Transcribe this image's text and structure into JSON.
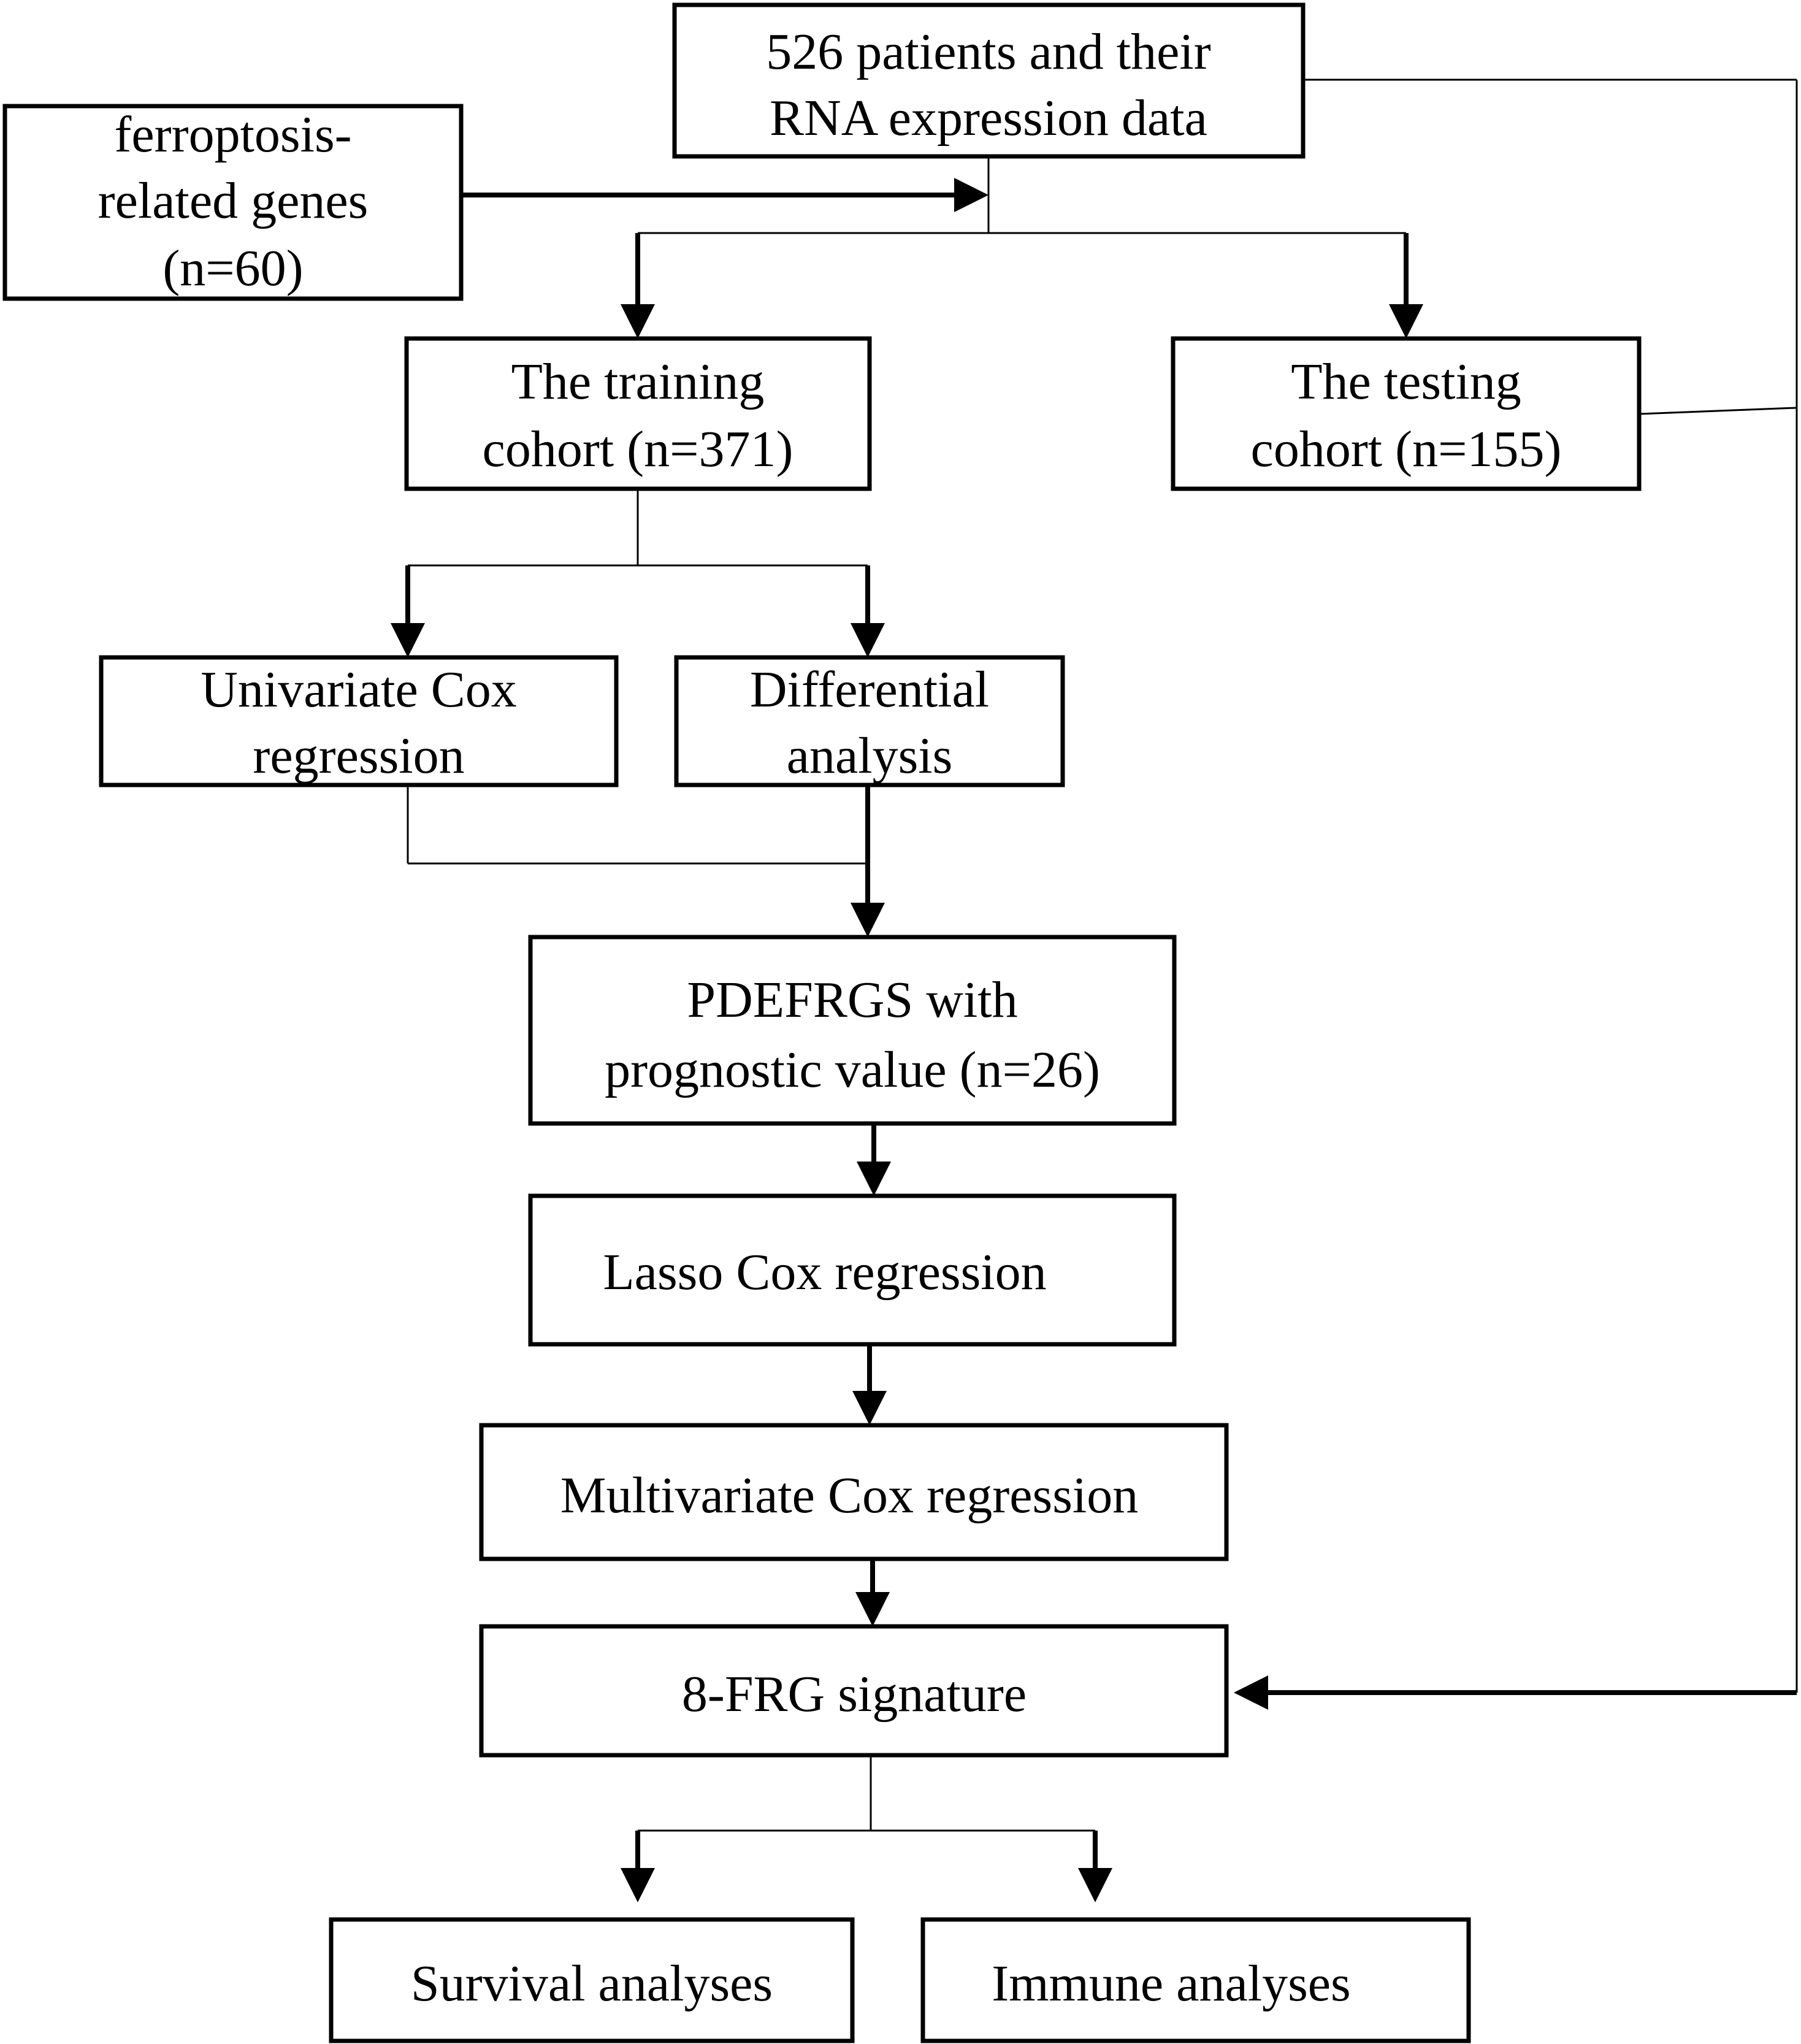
{
  "nodes": {
    "patients": {
      "lines": [
        "526 patients and their",
        "RNA expression data"
      ]
    },
    "ferroptosis": {
      "lines": [
        "ferroptosis-",
        "related genes",
        "(n=60)"
      ]
    },
    "training": {
      "lines": [
        "The training",
        "cohort (n=371)"
      ]
    },
    "testing": {
      "lines": [
        "The testing",
        "cohort (n=155)"
      ]
    },
    "univariate": {
      "lines": [
        "Univariate Cox",
        "regression"
      ]
    },
    "differential": {
      "lines": [
        "Differential",
        "analysis"
      ]
    },
    "pdefrgs": {
      "lines": [
        "PDEFRGS with",
        "prognostic value (n=26)"
      ]
    },
    "lasso": {
      "lines": [
        "Lasso Cox regression"
      ]
    },
    "multivariate": {
      "lines": [
        "Multivariate Cox regression"
      ]
    },
    "signature": {
      "lines": [
        "8-FRG signature"
      ]
    },
    "survival": {
      "lines": [
        "Survival analyses"
      ]
    },
    "immune": {
      "lines": [
        "Immune analyses"
      ]
    }
  }
}
